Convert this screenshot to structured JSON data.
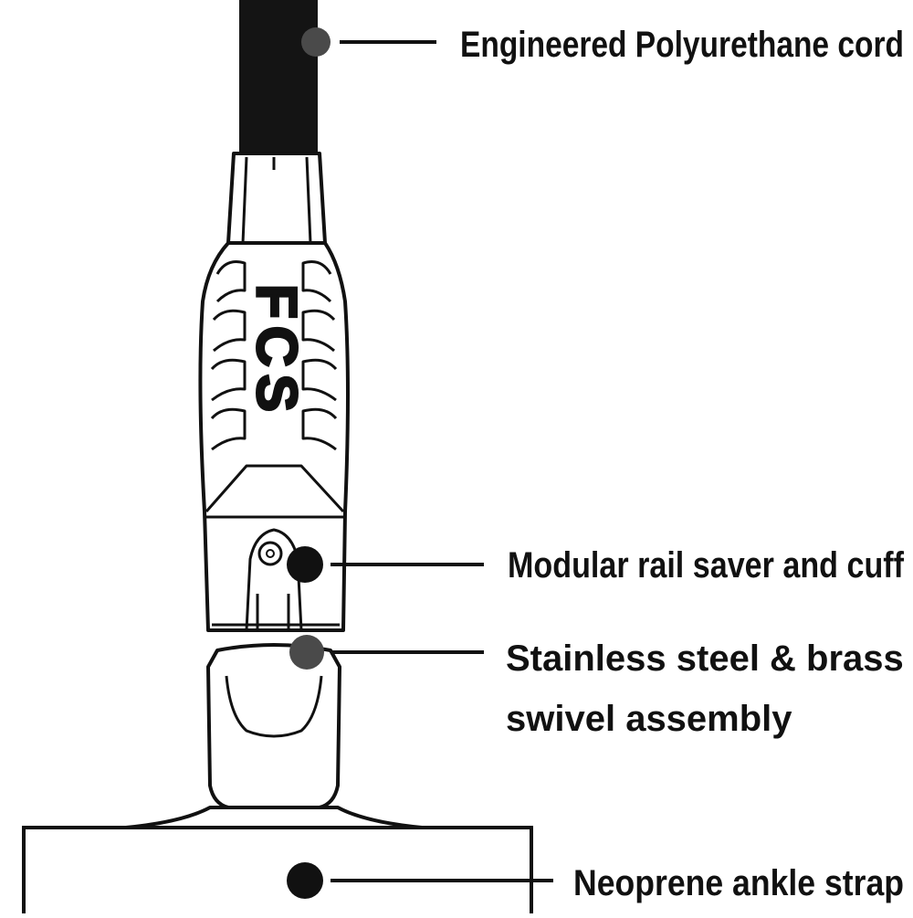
{
  "colors": {
    "ink": "#111111",
    "cord": "#141414",
    "background": "#ffffff",
    "marker": "#111111",
    "marker_grey": "#4a4a4a"
  },
  "brand": {
    "logo_text": "FCS"
  },
  "callouts": [
    {
      "id": "cord",
      "lines": [
        "Engineered Polyurethane cord"
      ]
    },
    {
      "id": "rail-saver",
      "lines": [
        "Modular rail saver and cuff"
      ]
    },
    {
      "id": "swivel",
      "lines": [
        "Stainless steel & brass",
        "swivel assembly"
      ]
    },
    {
      "id": "ankle-strap",
      "lines": [
        "Neoprene ankle strap"
      ]
    }
  ]
}
